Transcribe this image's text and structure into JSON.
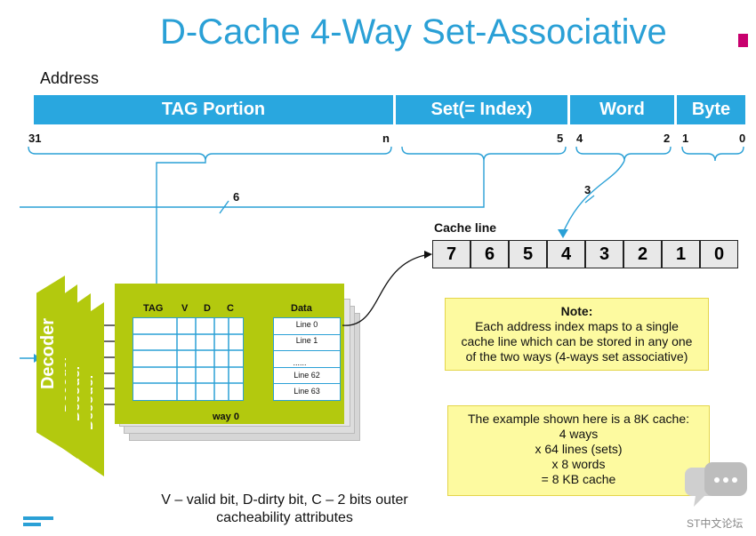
{
  "title": "D-Cache 4-Way Set-Associative",
  "address_label": "Address",
  "fields": [
    {
      "label": "TAG Portion"
    },
    {
      "label": "Set(= Index)"
    },
    {
      "label": "Word"
    },
    {
      "label": "Byte"
    }
  ],
  "bits": {
    "b31": "31",
    "bn": "n",
    "b5": "5",
    "b4": "4",
    "b2": "2",
    "b1": "1",
    "b0": "0"
  },
  "set_width": "6",
  "word_width": "3",
  "cache_line": {
    "label": "Cache line",
    "cells": [
      "7",
      "6",
      "5",
      "4",
      "3",
      "2",
      "1",
      "0"
    ]
  },
  "way": {
    "headers": {
      "tag": "TAG",
      "v": "V",
      "d": "D",
      "c": "C",
      "data": "Data"
    },
    "lines": [
      "Line 0",
      "Line 1",
      "......",
      "Line 62",
      "Line 63"
    ],
    "label": "way 0"
  },
  "decoder_label": "Decoder",
  "note": {
    "heading": "Note:",
    "line1": "Each address index maps to a single",
    "line2": "cache line which can be stored in any one",
    "line3": "of the two  ways (4-ways set associative)"
  },
  "example": {
    "line1": "The example shown here is a 8K cache:",
    "line2": "4 ways",
    "line3": "x 64 lines (sets)",
    "line4": "x 8 words",
    "line5": "= 8 KB cache"
  },
  "legend": {
    "line1": "V – valid bit, D-dirty bit, C – 2 bits outer",
    "line2": "cacheability attributes"
  },
  "watermark": "ST中文论坛",
  "colors": {
    "accent": "#29a7df",
    "title": "#2aa0d6",
    "way": "#b3c90e",
    "note": "#fdfaa0",
    "brand": "#c8006e"
  }
}
